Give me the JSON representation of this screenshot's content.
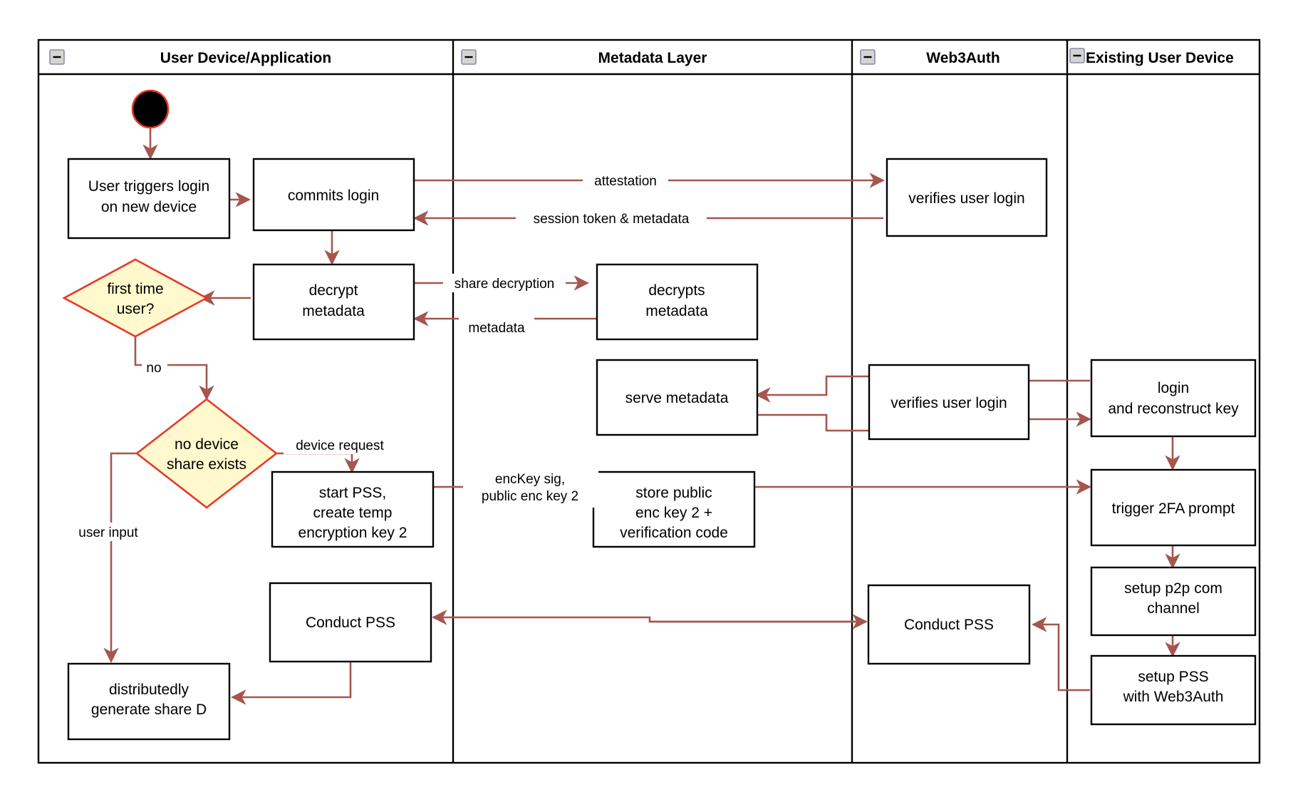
{
  "diagram": {
    "title": "Web3Auth new-device login activity diagram",
    "colors": {
      "edge": "#a4564f",
      "decision_fill": "#fff9cd",
      "decision_stroke": "#e8382a",
      "box_fill": "#ffffff",
      "box_stroke": "#000000",
      "start_fill": "#000000",
      "start_stroke": "#e8382a"
    },
    "lanes": [
      {
        "id": "lane-user-device",
        "label": "User Device/Application",
        "collapse_icon": "minus-icon"
      },
      {
        "id": "lane-metadata",
        "label": "Metadata Layer",
        "collapse_icon": "minus-icon"
      },
      {
        "id": "lane-web3auth",
        "label": "Web3Auth",
        "collapse_icon": "minus-icon"
      },
      {
        "id": "lane-existing-device",
        "label": "Existing User Device",
        "collapse_icon": "minus-icon"
      }
    ],
    "nodes": [
      {
        "id": "start",
        "type": "start",
        "label": ""
      },
      {
        "id": "user-triggers-login",
        "type": "action",
        "lines": [
          "User triggers login",
          "on new device"
        ]
      },
      {
        "id": "commits-login",
        "type": "action",
        "lines": [
          "commits login"
        ]
      },
      {
        "id": "verifies-user-login-1",
        "type": "action",
        "lines": [
          "verifies user login"
        ]
      },
      {
        "id": "decrypt-metadata",
        "type": "action",
        "lines": [
          "decrypt",
          "metadata"
        ]
      },
      {
        "id": "decrypts-metadata",
        "type": "action",
        "lines": [
          "decrypts",
          "metadata"
        ]
      },
      {
        "id": "first-time-user",
        "type": "decision",
        "lines": [
          "first time",
          "user?"
        ]
      },
      {
        "id": "serve-metadata",
        "type": "action",
        "lines": [
          "serve metadata"
        ]
      },
      {
        "id": "verifies-user-login-2",
        "type": "action",
        "lines": [
          "verifies user login"
        ]
      },
      {
        "id": "login-and-reconstruct-key",
        "type": "action",
        "lines": [
          "login",
          "and reconstruct key"
        ]
      },
      {
        "id": "no-device-share-exists",
        "type": "decision",
        "lines": [
          "no device",
          "share exists"
        ]
      },
      {
        "id": "start-pss",
        "type": "action",
        "lines": [
          "start PSS,",
          "create temp",
          "encryption key 2"
        ]
      },
      {
        "id": "store-public-enc-key",
        "type": "action",
        "lines": [
          "store public",
          "enc key 2 +",
          "verification code"
        ]
      },
      {
        "id": "trigger-2fa-prompt",
        "type": "action",
        "lines": [
          "trigger 2FA prompt"
        ]
      },
      {
        "id": "setup-p2p-com-channel",
        "type": "action",
        "lines": [
          "setup p2p com",
          "channel"
        ]
      },
      {
        "id": "conduct-pss-user",
        "type": "action",
        "lines": [
          "Conduct PSS"
        ]
      },
      {
        "id": "conduct-pss-web3auth",
        "type": "action",
        "lines": [
          "Conduct PSS"
        ]
      },
      {
        "id": "setup-pss-with-web3auth",
        "type": "action",
        "lines": [
          "setup PSS",
          "with Web3Auth"
        ]
      },
      {
        "id": "distributedly-generate-share-d",
        "type": "action",
        "lines": [
          "distributedly",
          "generate share D"
        ]
      }
    ],
    "edge_labels": [
      {
        "id": "attestation",
        "text": "attestation"
      },
      {
        "id": "session-token-metadata",
        "text": "session token & metadata"
      },
      {
        "id": "share-decryption",
        "text": "share decryption"
      },
      {
        "id": "metadata",
        "text": "metadata"
      },
      {
        "id": "no",
        "text": "no"
      },
      {
        "id": "device-request",
        "text": "device request"
      },
      {
        "id": "user-input",
        "text": "user input"
      },
      {
        "id": "enckey-sig-line1",
        "text": "encKey sig,"
      },
      {
        "id": "enckey-sig-line2",
        "text": "public enc key 2"
      }
    ]
  }
}
